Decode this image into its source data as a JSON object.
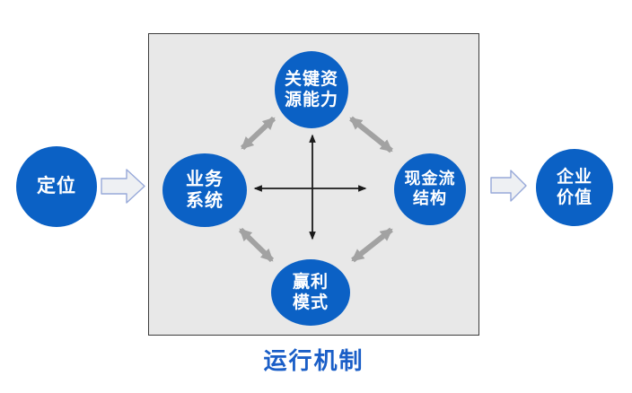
{
  "diagram": {
    "outside_left": {
      "label": "定位",
      "lines": [
        "定位"
      ]
    },
    "outside_right": {
      "label": "企业价值",
      "lines": [
        "企业",
        "价值"
      ]
    },
    "mechanism_box": {
      "caption": "运行机制",
      "nodes": {
        "top": {
          "label": "关键资源能力",
          "lines": [
            "关键资",
            "源能力"
          ]
        },
        "left": {
          "label": "业务系统",
          "lines": [
            "业务",
            "系统"
          ]
        },
        "right": {
          "label": "现金流结构",
          "lines": [
            "现金流",
            "结构"
          ]
        },
        "bottom": {
          "label": "赢利模式",
          "lines": [
            "赢利",
            "模式"
          ]
        }
      },
      "connections": [
        "业务系统 ↔ 关键资源能力",
        "关键资源能力 ↔ 现金流结构",
        "业务系统 ↔ 赢利模式",
        "赢利模式 ↔ 现金流结构",
        "业务系统 ↔ 现金流结构",
        "关键资源能力 ↔ 赢利模式"
      ]
    },
    "flow": [
      "定位",
      "运行机制",
      "企业价值"
    ],
    "colors": {
      "node_fill": "#0b61c5",
      "node_text": "#ffffff",
      "box_fill": "#e8e8e8",
      "box_border": "#3c3c3c",
      "diagonal_arrow": "#a2a2a2",
      "cross_arrow": "#1a1a1a",
      "block_arrow_fill": "#eef0f3",
      "block_arrow_border": "#97a9d9",
      "caption_color": "#1a5ec7"
    }
  }
}
